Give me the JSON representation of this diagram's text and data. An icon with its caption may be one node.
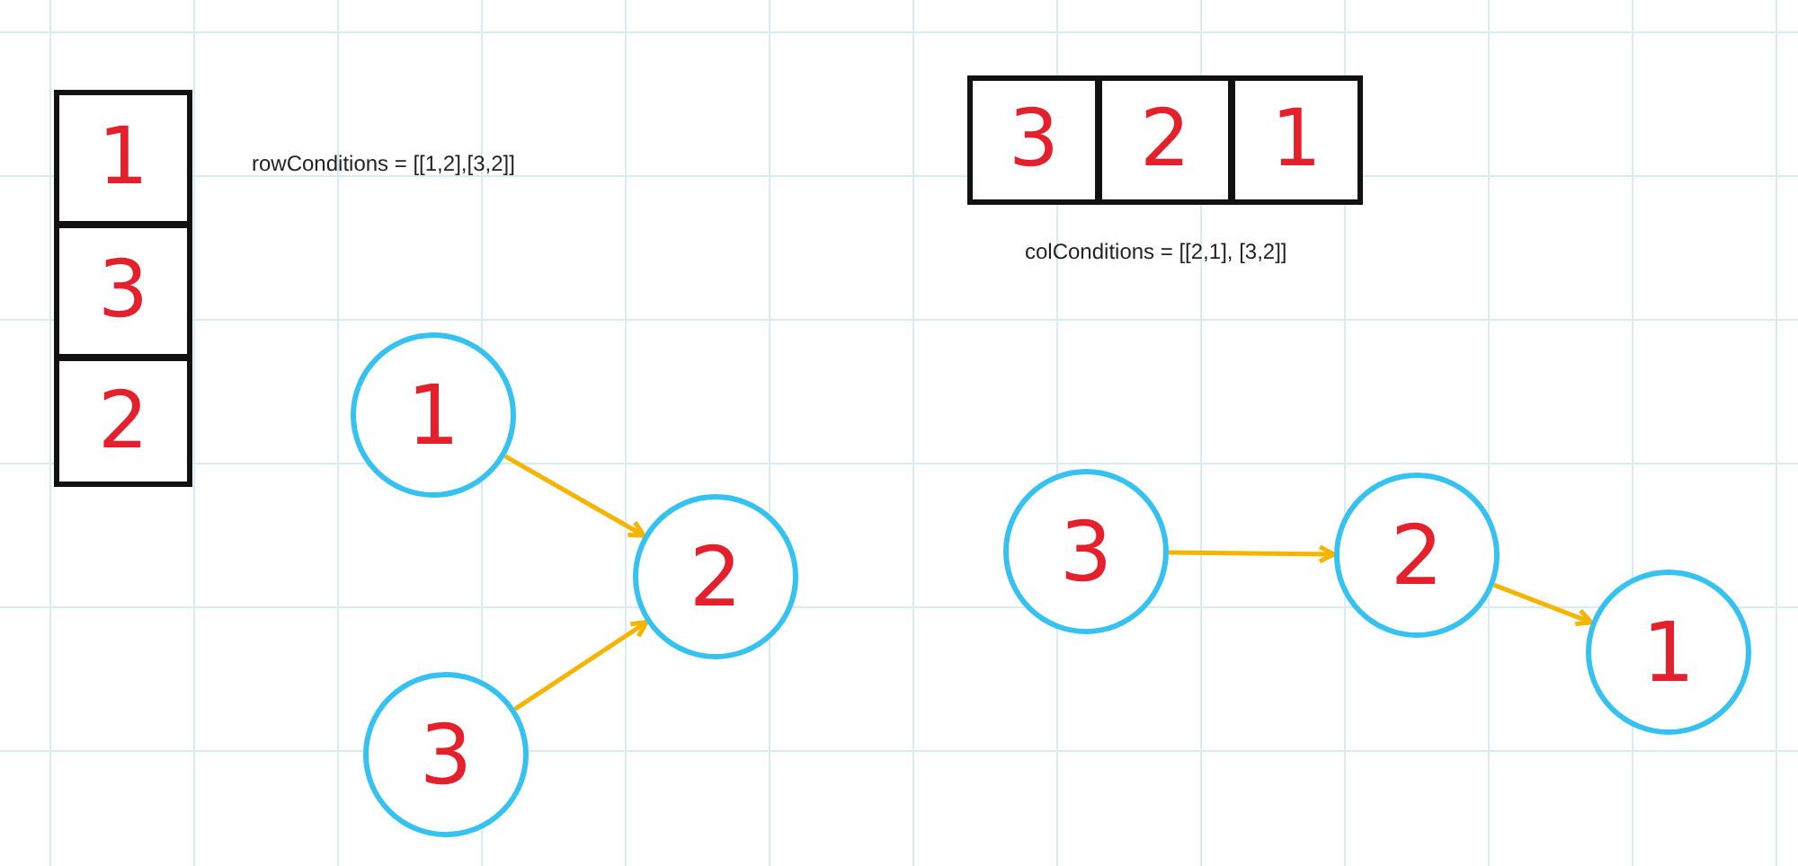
{
  "diagram": {
    "nodes": [
      {
        "text": [
          "1"
        ]
      },
      {
        "text": [
          "3"
        ]
      },
      {
        "text": [
          "2"
        ]
      },
      {
        "text": [
          "3"
        ]
      },
      {
        "text": [
          "2"
        ]
      },
      {
        "text": [
          "1"
        ]
      },
      {
        "text": [
          "1"
        ]
      },
      {
        "text": [
          "2"
        ]
      },
      {
        "text": [
          "3"
        ]
      },
      {
        "text": [
          "3"
        ]
      },
      {
        "text": [
          "2"
        ]
      },
      {
        "text": [
          "1"
        ]
      }
    ],
    "edges": [
      {
        "from": 6,
        "to": 7,
        "arrow": "to"
      },
      {
        "from": 8,
        "to": 7,
        "arrow": "to"
      },
      {
        "from": 9,
        "to": 10,
        "arrow": "to"
      },
      {
        "from": 10,
        "to": 11,
        "arrow": "to"
      }
    ],
    "labels": [
      "rowConditions = [[1,2],[3,2]]",
      "colConditions = [[2,1], [3,2]]"
    ]
  }
}
